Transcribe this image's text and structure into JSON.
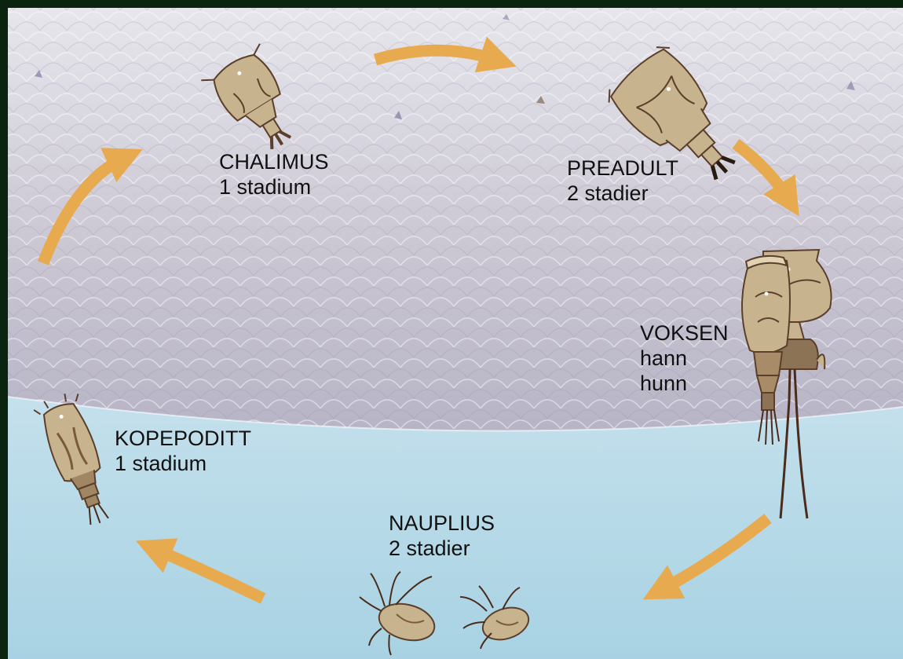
{
  "stages": {
    "chalimus": {
      "name": "CHALIMUS",
      "detail": "1 stadium"
    },
    "preadult": {
      "name": "PREADULT",
      "detail": "2 stadier"
    },
    "voksen": {
      "name": "VOKSEN",
      "male": "hann",
      "female": "hunn"
    },
    "kopepoditt": {
      "name": "KOPEPODITT",
      "detail": "1 stadium"
    },
    "nauplius": {
      "name": "NAUPLIUS",
      "detail": "2 stadier"
    }
  },
  "colors": {
    "arrow": "#e8aa4f",
    "louse_fill": "#c7b48f",
    "louse_line": "#5b3f2a",
    "water_top": "#e9f2f8",
    "water_bottom": "#a9d3e4",
    "skin": "#d4d4de",
    "frame": "#0b2410"
  },
  "icons": [
    "arrow-icon",
    "chalimus-louse-icon",
    "preadult-louse-icon",
    "adult-male-louse-icon",
    "adult-female-louse-icon",
    "copepodid-louse-icon",
    "nauplius-larva-icon"
  ]
}
